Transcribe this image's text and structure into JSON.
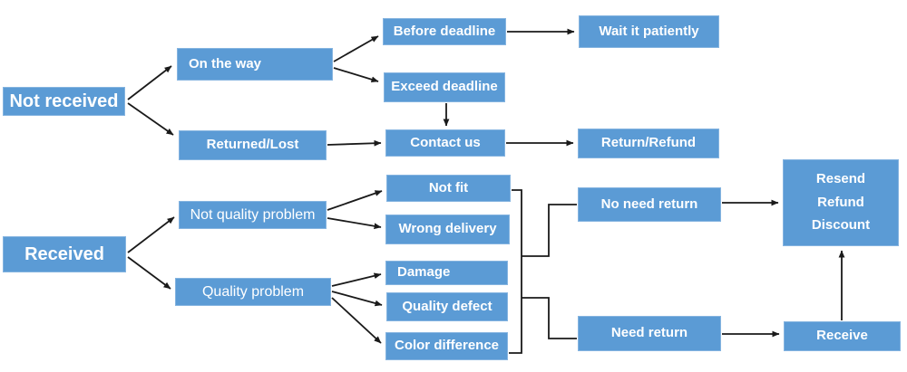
{
  "diagram": {
    "background_color": "#ffffff",
    "box_fill_color": "#5b9bd5",
    "box_border_color": "#85b4e0",
    "text_color": "#ffffff",
    "arrow_color": "#1a1a1a"
  },
  "nodes": {
    "not_received": {
      "label": "Not received"
    },
    "on_the_way": {
      "label": "On the way"
    },
    "returned_lost": {
      "label": "Returned/Lost"
    },
    "before_deadline": {
      "label": "Before deadline"
    },
    "exceed_deadline": {
      "label": "Exceed deadline"
    },
    "wait_it_patiently": {
      "label": "Wait it patiently"
    },
    "contact_us": {
      "label": "Contact us"
    },
    "return_refund": {
      "label": "Return/Refund"
    },
    "received": {
      "label": "Received"
    },
    "not_quality_problem": {
      "label": "Not quality problem"
    },
    "quality_problem": {
      "label": "Quality problem"
    },
    "not_fit": {
      "label": "Not fit"
    },
    "wrong_delivery": {
      "label": "Wrong delivery"
    },
    "damage": {
      "label": "Damage"
    },
    "quality_defect": {
      "label": "Quality defect"
    },
    "color_difference": {
      "label": "Color difference"
    },
    "no_need_return": {
      "label": "No need return"
    },
    "need_return": {
      "label": "Need return"
    },
    "resend_refund_discount": {
      "lines": [
        "Resend",
        "Refund",
        "Discount"
      ]
    },
    "receive": {
      "label": "Receive"
    }
  },
  "edges": [
    {
      "from": "not_received",
      "to": "on_the_way",
      "arrow": true
    },
    {
      "from": "not_received",
      "to": "returned_lost",
      "arrow": true
    },
    {
      "from": "on_the_way",
      "to": "before_deadline",
      "arrow": true
    },
    {
      "from": "on_the_way",
      "to": "exceed_deadline",
      "arrow": true
    },
    {
      "from": "before_deadline",
      "to": "wait_it_patiently",
      "arrow": true
    },
    {
      "from": "exceed_deadline",
      "to": "contact_us",
      "arrow": true
    },
    {
      "from": "returned_lost",
      "to": "contact_us",
      "arrow": true
    },
    {
      "from": "contact_us",
      "to": "return_refund",
      "arrow": true
    },
    {
      "from": "received",
      "to": "not_quality_problem",
      "arrow": true
    },
    {
      "from": "received",
      "to": "quality_problem",
      "arrow": true
    },
    {
      "from": "not_quality_problem",
      "to": "not_fit",
      "arrow": true
    },
    {
      "from": "not_quality_problem",
      "to": "wrong_delivery",
      "arrow": true
    },
    {
      "from": "quality_problem",
      "to": "damage",
      "arrow": true
    },
    {
      "from": "quality_problem",
      "to": "quality_defect",
      "arrow": true
    },
    {
      "from": "quality_problem",
      "to": "color_difference",
      "arrow": true
    },
    {
      "from": "not_fit,wrong_delivery,damage,quality_defect,color_difference",
      "to": "bracket",
      "arrow": false
    },
    {
      "from": "bracket",
      "to": "no_need_return",
      "arrow": false
    },
    {
      "from": "bracket",
      "to": "need_return",
      "arrow": false
    },
    {
      "from": "no_need_return",
      "to": "resend_refund_discount",
      "arrow": true
    },
    {
      "from": "need_return",
      "to": "receive",
      "arrow": true
    },
    {
      "from": "receive",
      "to": "resend_refund_discount",
      "arrow": true
    }
  ]
}
